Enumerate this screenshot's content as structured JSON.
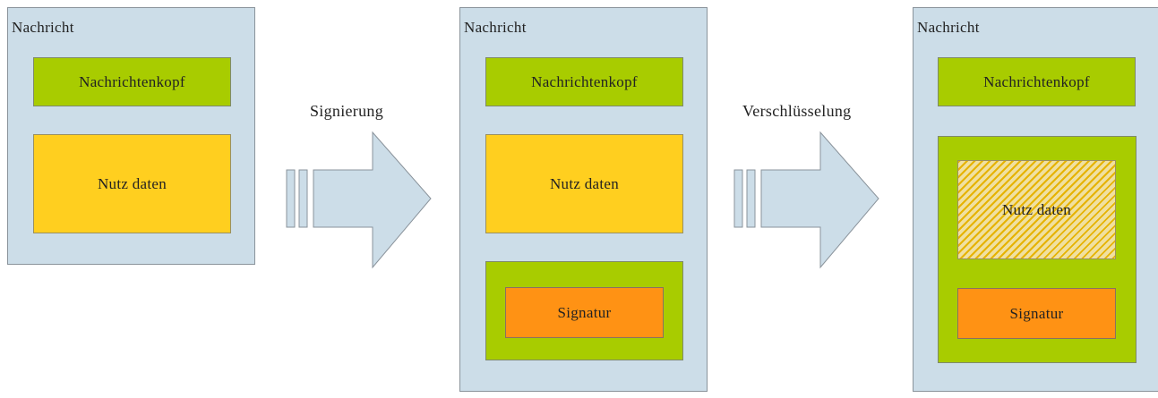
{
  "panels": [
    {
      "title": "Nachricht",
      "header": "Nachrichtenkopf",
      "payload": "Nutz daten"
    },
    {
      "title": "Nachricht",
      "header": "Nachrichtenkopf",
      "payload": "Nutz daten",
      "signature": "Signatur"
    },
    {
      "title": "Nachricht",
      "header": "Nachrichtenkopf",
      "payload": "Nutz daten",
      "signature": "Signatur"
    }
  ],
  "arrows": [
    {
      "label": "Signierung"
    },
    {
      "label": "Verschlüsselung"
    }
  ],
  "colors": {
    "panel": "#ccdde8",
    "header": "#a8cc00",
    "payload": "#ffcf1f",
    "signature": "#ff9214",
    "arrow": "#ccdde8"
  }
}
